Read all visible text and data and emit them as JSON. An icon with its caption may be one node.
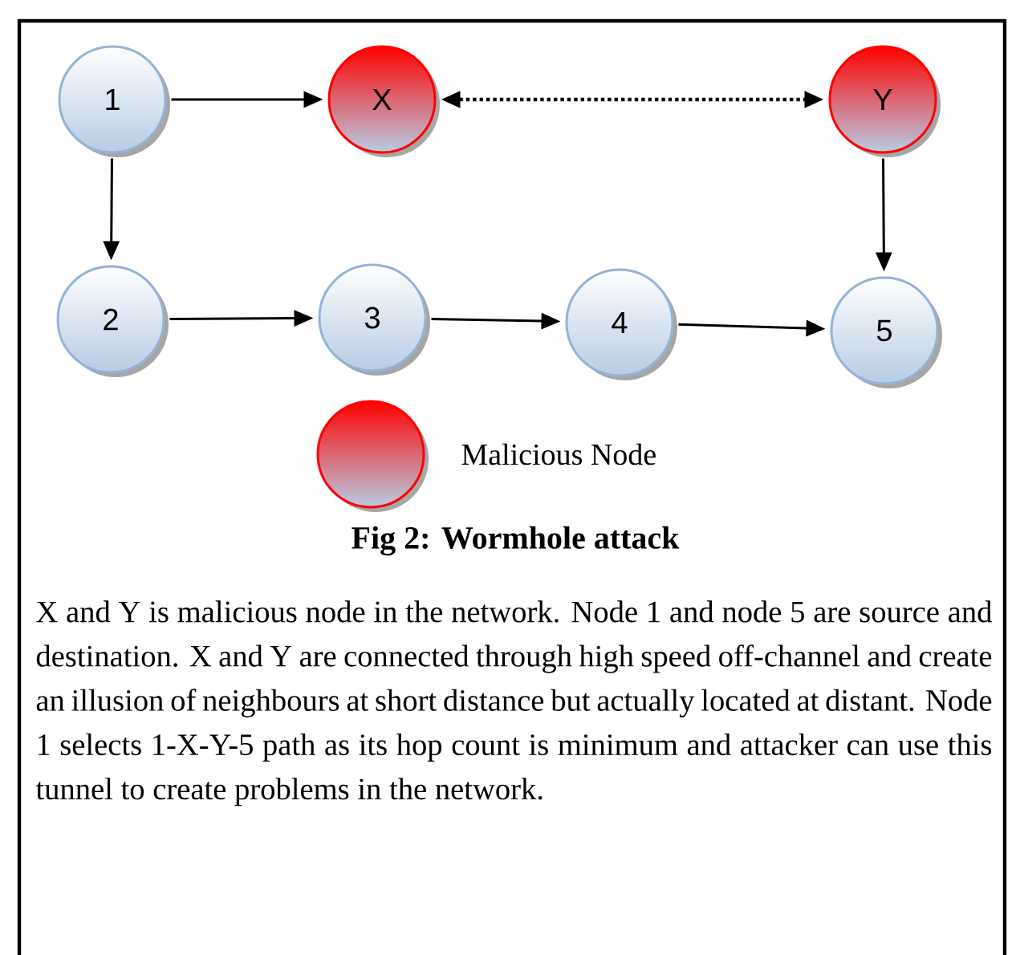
{
  "diagram": {
    "caption": "Fig 2: Wormhole attack",
    "nodes": [
      {
        "text": [
          "1"
        ]
      },
      {
        "text": [
          "X"
        ]
      },
      {
        "text": [
          "Y"
        ]
      },
      {
        "text": [
          "2"
        ]
      },
      {
        "text": [
          "3"
        ]
      },
      {
        "text": [
          "4"
        ]
      },
      {
        "text": [
          "5"
        ]
      }
    ],
    "edges": [
      {
        "from": 0,
        "to": 1,
        "arrow": "to"
      },
      {
        "from": 1,
        "to": 2,
        "arrow": "both",
        "style": "dashed"
      },
      {
        "from": 2,
        "to": 6,
        "arrow": "to"
      },
      {
        "from": 0,
        "to": 3,
        "arrow": "to"
      },
      {
        "from": 3,
        "to": 4,
        "arrow": "to"
      },
      {
        "from": 4,
        "to": 5,
        "arrow": "to"
      },
      {
        "from": 5,
        "to": 6,
        "arrow": "to"
      }
    ],
    "labels": [
      "X and Y is malicious node in the network. Node 1 and node 5 are source and destination. X and Y are connected through high speed off-channel and create an illusion of neighbours at short distance but actually located at distant. Node 1 selects 1-X-Y-5 path as its hop count is minimum and attacker can use this tunnel to create problems in the network."
    ],
    "legend": [
      {
        "text": "Malicious Node"
      }
    ]
  }
}
